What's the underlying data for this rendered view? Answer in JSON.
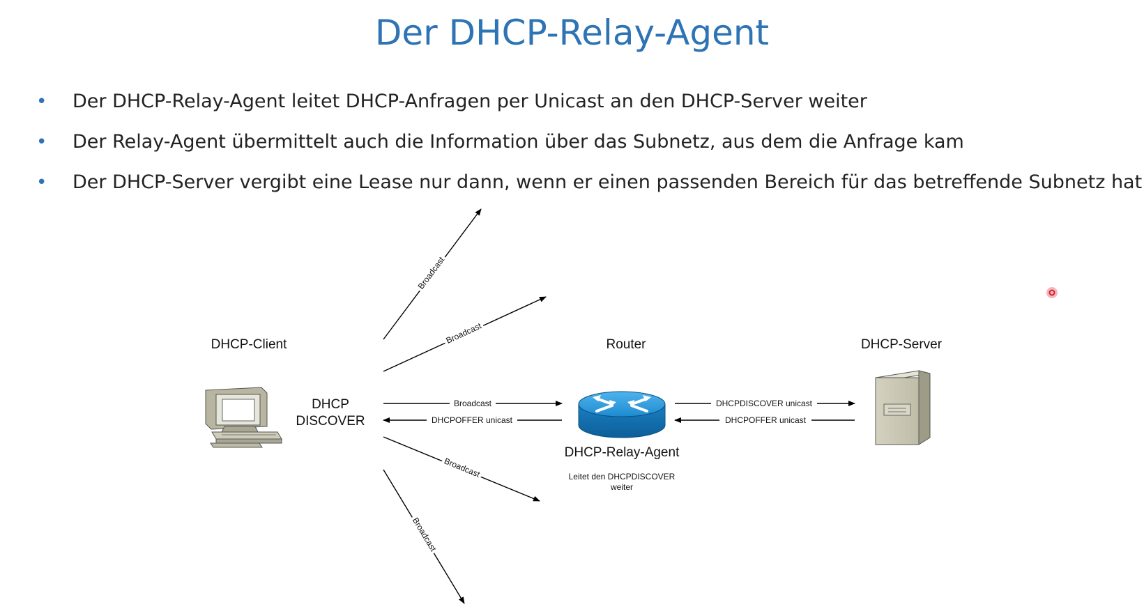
{
  "slide": {
    "title": "Der DHCP-Relay-Agent",
    "bullets": [
      "Der DHCP-Relay-Agent leitet DHCP-Anfragen per Unicast an den DHCP-Server weiter",
      "Der Relay-Agent übermittelt auch die Information über das Subnetz, aus dem die Anfrage kam",
      "Der DHCP-Server vergibt eine Lease nur dann, wenn er einen passenden Bereich für das betreffende Subnetz hat"
    ]
  },
  "diagram": {
    "nodes": {
      "client": {
        "label": "DHCP-Client",
        "icon": "desktop-computer-icon"
      },
      "discover": {
        "line1": "DHCP",
        "line2": "DISCOVER"
      },
      "router": {
        "label": "Router",
        "name": "DHCP-Relay-Agent",
        "note_line1": "Leitet den DHCPDISCOVER",
        "note_line2": "weiter",
        "icon": "router-icon",
        "color": "#1e8bd0"
      },
      "server": {
        "label": "DHCP-Server",
        "icon": "server-tower-icon"
      }
    },
    "edges": {
      "broadcast_up_steep": "Broadcast",
      "broadcast_up": "Broadcast",
      "broadcast_to_router": "Broadcast",
      "offer_to_client": "DHCPOFFER unicast",
      "discover_to_server": "DHCPDISCOVER unicast",
      "offer_to_router": "DHCPOFFER unicast",
      "broadcast_down": "Broadcast",
      "broadcast_down_steep": "Broadcast"
    }
  }
}
